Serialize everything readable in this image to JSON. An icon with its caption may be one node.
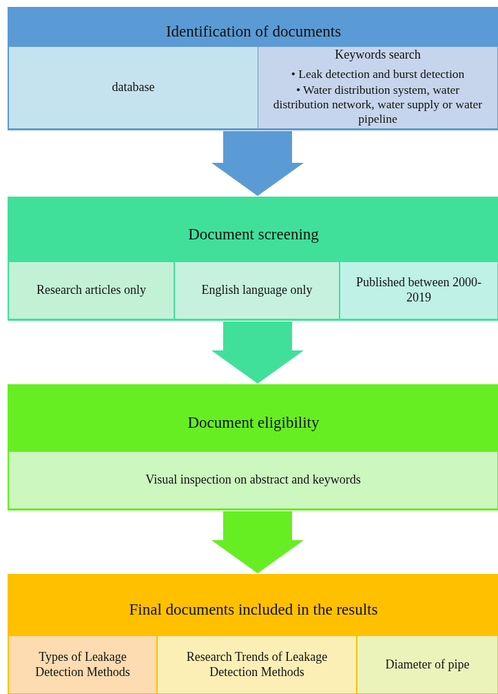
{
  "diagram": {
    "nodes": [
      {
        "text": [
          "Identification of documents"
        ]
      },
      {
        "text": [
          "database"
        ],
        "in": 0
      },
      {
        "text": [
          "Keywords search",
          "• Leak detection and burst detection",
          "• Water distribution system, water distribution network, water supply or water pipeline"
        ],
        "in": 0
      },
      {
        "text": [
          "Document screening"
        ]
      },
      {
        "text": [
          "Research articles only"
        ],
        "in": 3
      },
      {
        "text": [
          "English language only"
        ],
        "in": 3
      },
      {
        "text": [
          "Published between 2000-2019"
        ],
        "in": 3
      },
      {
        "text": [
          "Document eligibility"
        ]
      },
      {
        "text": [
          "Visual inspection on abstract and keywords"
        ],
        "in": 7
      },
      {
        "text": [
          "Final documents included in the results"
        ]
      },
      {
        "text": [
          "Types of Leakage Detection Methods"
        ],
        "in": 9
      },
      {
        "text": [
          "Research Trends of Leakage Detection Methods"
        ],
        "in": 9
      },
      {
        "text": [
          "Diameter of pipe"
        ],
        "in": 9
      }
    ],
    "edges": [
      {
        "from": 0,
        "to": 3,
        "arrow": "to",
        "color": "#5b9bd5"
      },
      {
        "from": 3,
        "to": 7,
        "arrow": "to",
        "color": "#40e09b"
      },
      {
        "from": 7,
        "to": 9,
        "arrow": "to",
        "color": "#66ee22"
      }
    ]
  }
}
